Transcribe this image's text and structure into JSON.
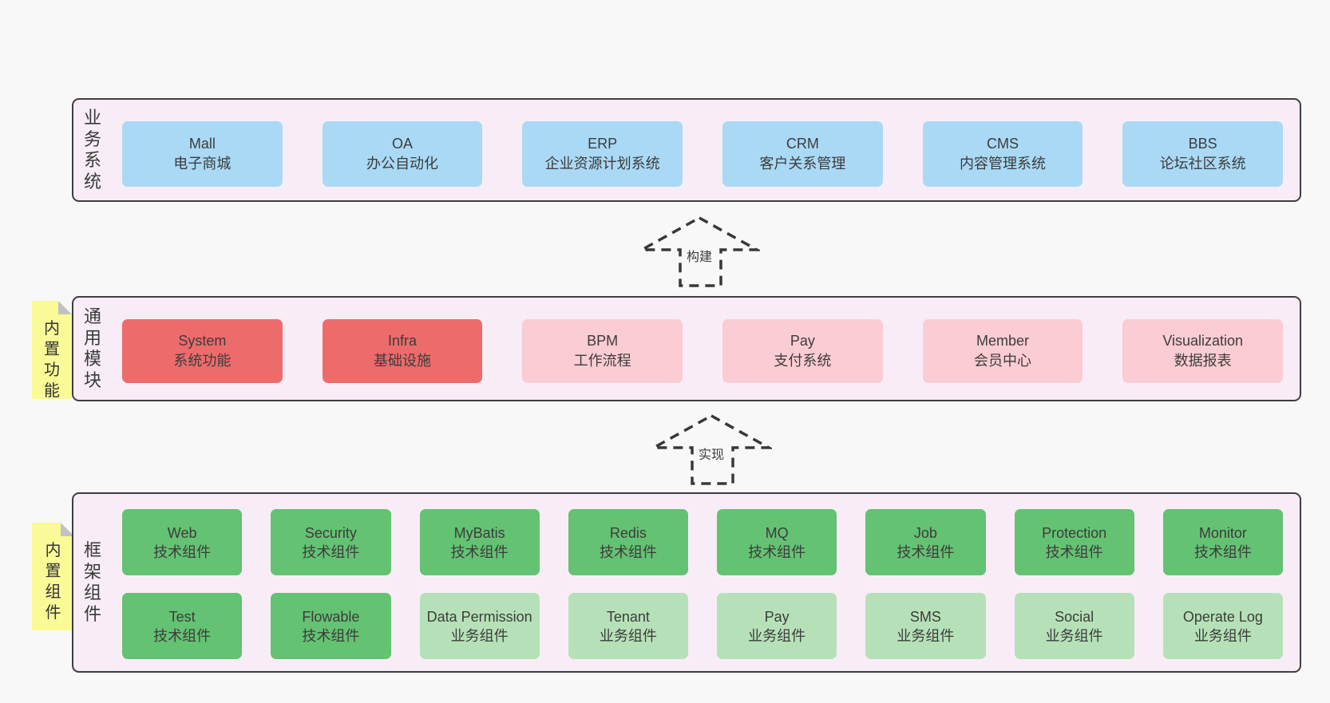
{
  "colors": {
    "page_bg": "#f8f8f8",
    "band_bg": "#f8edf6",
    "band_border": "#3e3e3e",
    "box_blue": "#a9d9f5",
    "box_red": "#ee6b6b",
    "box_pink": "#fbccd3",
    "box_green": "#64c273",
    "box_lightgreen": "#b6e1b8",
    "sticky_yellow": "#fafa97",
    "fold_gray": "#c2c2c2",
    "text": "#3c3c3c"
  },
  "arrows": [
    {
      "label": "构建"
    },
    {
      "label": "实现"
    }
  ],
  "bands": [
    {
      "label": "业务系统",
      "boxes": [
        {
          "en": "Mall",
          "zh": "电子商城"
        },
        {
          "en": "OA",
          "zh": "办公自动化"
        },
        {
          "en": "ERP",
          "zh": "企业资源计划系统"
        },
        {
          "en": "CRM",
          "zh": "客户关系管理"
        },
        {
          "en": "CMS",
          "zh": "内容管理系统"
        },
        {
          "en": "BBS",
          "zh": "论坛社区系统"
        }
      ]
    },
    {
      "label": "通用模块",
      "sticky": "内置功能",
      "boxes": [
        {
          "en": "System",
          "zh": "系统功能"
        },
        {
          "en": "Infra",
          "zh": "基础设施"
        },
        {
          "en": "BPM",
          "zh": "工作流程"
        },
        {
          "en": "Pay",
          "zh": "支付系统"
        },
        {
          "en": "Member",
          "zh": "会员中心"
        },
        {
          "en": "Visualization",
          "zh": "数据报表"
        }
      ]
    },
    {
      "label": "框架组件",
      "sticky": "内置组件",
      "rows": [
        [
          {
            "en": "Web",
            "zh": "技术组件"
          },
          {
            "en": "Security",
            "zh": "技术组件"
          },
          {
            "en": "MyBatis",
            "zh": "技术组件"
          },
          {
            "en": "Redis",
            "zh": "技术组件"
          },
          {
            "en": "MQ",
            "zh": "技术组件"
          },
          {
            "en": "Job",
            "zh": "技术组件"
          },
          {
            "en": "Protection",
            "zh": "技术组件"
          },
          {
            "en": "Monitor",
            "zh": "技术组件"
          }
        ],
        [
          {
            "en": "Test",
            "zh": "技术组件"
          },
          {
            "en": "Flowable",
            "zh": "技术组件"
          },
          {
            "en": "Data Permission",
            "zh": "业务组件"
          },
          {
            "en": "Tenant",
            "zh": "业务组件"
          },
          {
            "en": "Pay",
            "zh": "业务组件"
          },
          {
            "en": "SMS",
            "zh": "业务组件"
          },
          {
            "en": "Social",
            "zh": "业务组件"
          },
          {
            "en": "Operate Log",
            "zh": "业务组件"
          }
        ]
      ]
    }
  ]
}
